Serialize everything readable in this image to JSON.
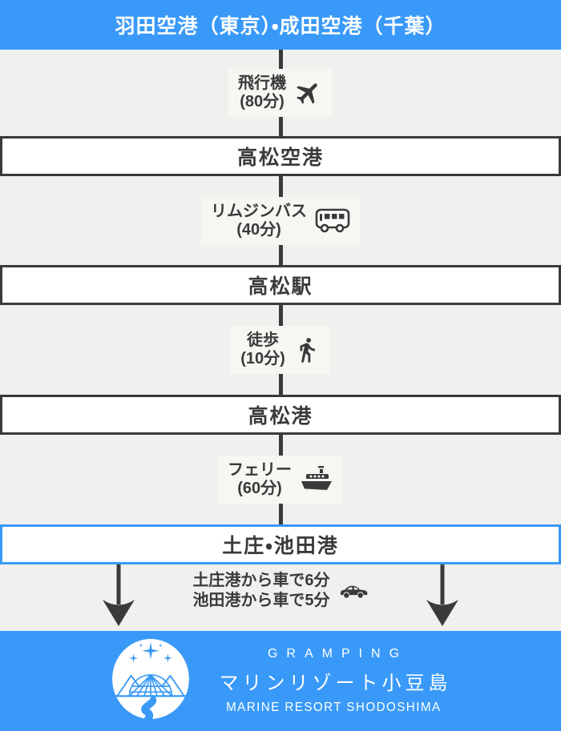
{
  "colors": {
    "accent_blue": "#3999f8",
    "dark": "#3a3a3a",
    "page_bg": "#f0f0ee",
    "label_bg": "#f6f6f3",
    "box_bg": "#ffffff"
  },
  "header": {
    "title": "羽田空港（東京）・成田空港（千葉）"
  },
  "segments": [
    {
      "mode": "飛行機",
      "duration": "(80分)",
      "icon": "airplane-icon"
    },
    {
      "mode": "リムジンバス",
      "duration": "(40分)",
      "icon": "bus-icon"
    },
    {
      "mode": "徒歩",
      "duration": "(10分)",
      "icon": "walking-person-icon"
    },
    {
      "mode": "フェリー",
      "duration": "(60分)",
      "icon": "ferry-icon"
    }
  ],
  "stations": [
    {
      "name": "高松空港"
    },
    {
      "name": "高松駅"
    },
    {
      "name": "高松港"
    },
    {
      "name": "土庄・池田港"
    }
  ],
  "final_leg": {
    "line1": "土庄港から車で6分",
    "line2": "池田港から車で5分",
    "icon": "car-icon"
  },
  "footer": {
    "brand_en": "GRAMPING",
    "brand_jp": "マリンリゾート小豆島",
    "brand_sub": "MARINE RESORT SHODOSHIMA",
    "logo": "glamping-dome-logo"
  }
}
